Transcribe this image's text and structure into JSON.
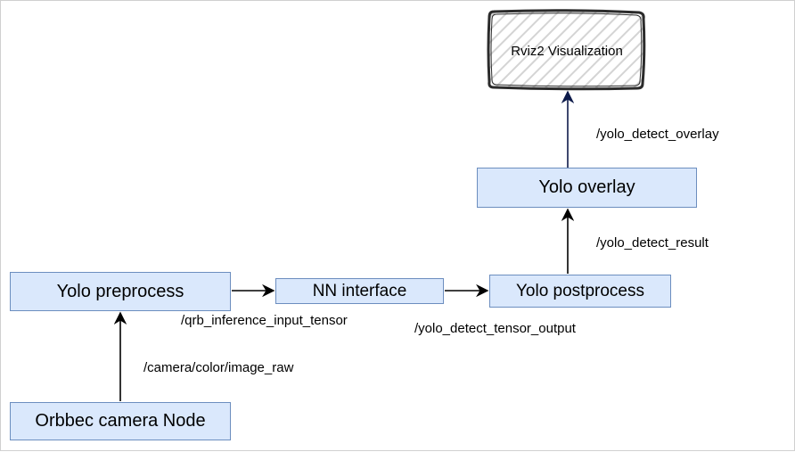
{
  "nodes": {
    "rviz": "Rviz2 Visualization",
    "yolo_overlay": "Yolo overlay",
    "yolo_preprocess": "Yolo preprocess",
    "nn_interface": "NN interface",
    "yolo_postprocess": "Yolo postprocess",
    "orbbec_camera": "Orbbec camera Node"
  },
  "topics": {
    "overlay": "/yolo_detect_overlay",
    "result": "/yolo_detect_result",
    "input_tensor": "/qrb_inference_input_tensor",
    "tensor_output": "/yolo_detect_tensor_output",
    "image_raw": "/camera/color/image_raw"
  },
  "colors": {
    "node_fill": "#dae8fc",
    "node_border": "#6c8ebf",
    "arrow": "#000000",
    "rviz_arrow": "#0d1a4a",
    "rviz_border": "#2b2b2b",
    "rviz_hatch": "#d4d4d4"
  }
}
